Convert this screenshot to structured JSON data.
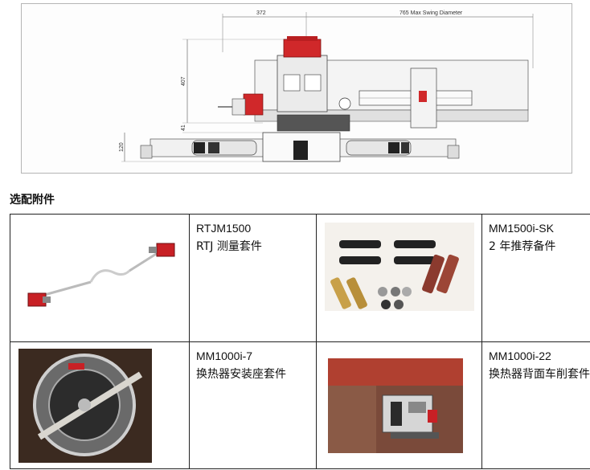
{
  "drawing": {
    "dim_horizontal_1": "372",
    "dim_horizontal_2": "765 Max Swing Diameter",
    "dim_vertical_1": "407",
    "dim_vertical_2": "41",
    "dim_vertical_3": "120",
    "colors": {
      "red": "#d0282a",
      "line": "#555555",
      "fill": "#f2f2f2"
    }
  },
  "section_title": "选配附件",
  "accessories": [
    {
      "code": "RTJM1500",
      "desc": "RTJ  测量套件"
    },
    {
      "code": "MM1500i-SK",
      "desc": "2 年推荐备件"
    },
    {
      "code": "MM1000i-7",
      "desc": "换热器安装座套件"
    },
    {
      "code": "MM1000i-22",
      "desc": "换热器背面车削套件"
    }
  ]
}
